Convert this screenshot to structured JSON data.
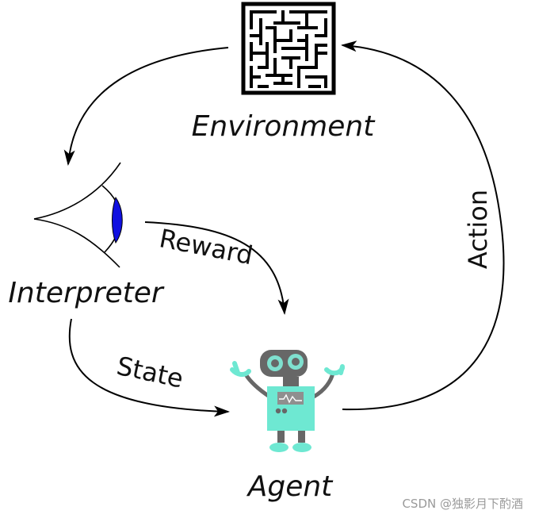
{
  "nodes": {
    "environment": {
      "label": "Environment",
      "icon": "maze-icon"
    },
    "interpreter": {
      "label": "Interpreter",
      "icon": "eye-icon"
    },
    "agent": {
      "label": "Agent",
      "icon": "robot-icon"
    }
  },
  "edges": {
    "reward": {
      "label": "Reward"
    },
    "state": {
      "label": "State"
    },
    "action": {
      "label": "Action"
    }
  },
  "watermark": "CSDN @独影月下酌酒",
  "colors": {
    "robot_body": "#6ee8d2",
    "robot_head": "#676767",
    "robot_eye": "#7fe0cf",
    "eye_iris": "#1010e0",
    "stroke": "#000000"
  }
}
